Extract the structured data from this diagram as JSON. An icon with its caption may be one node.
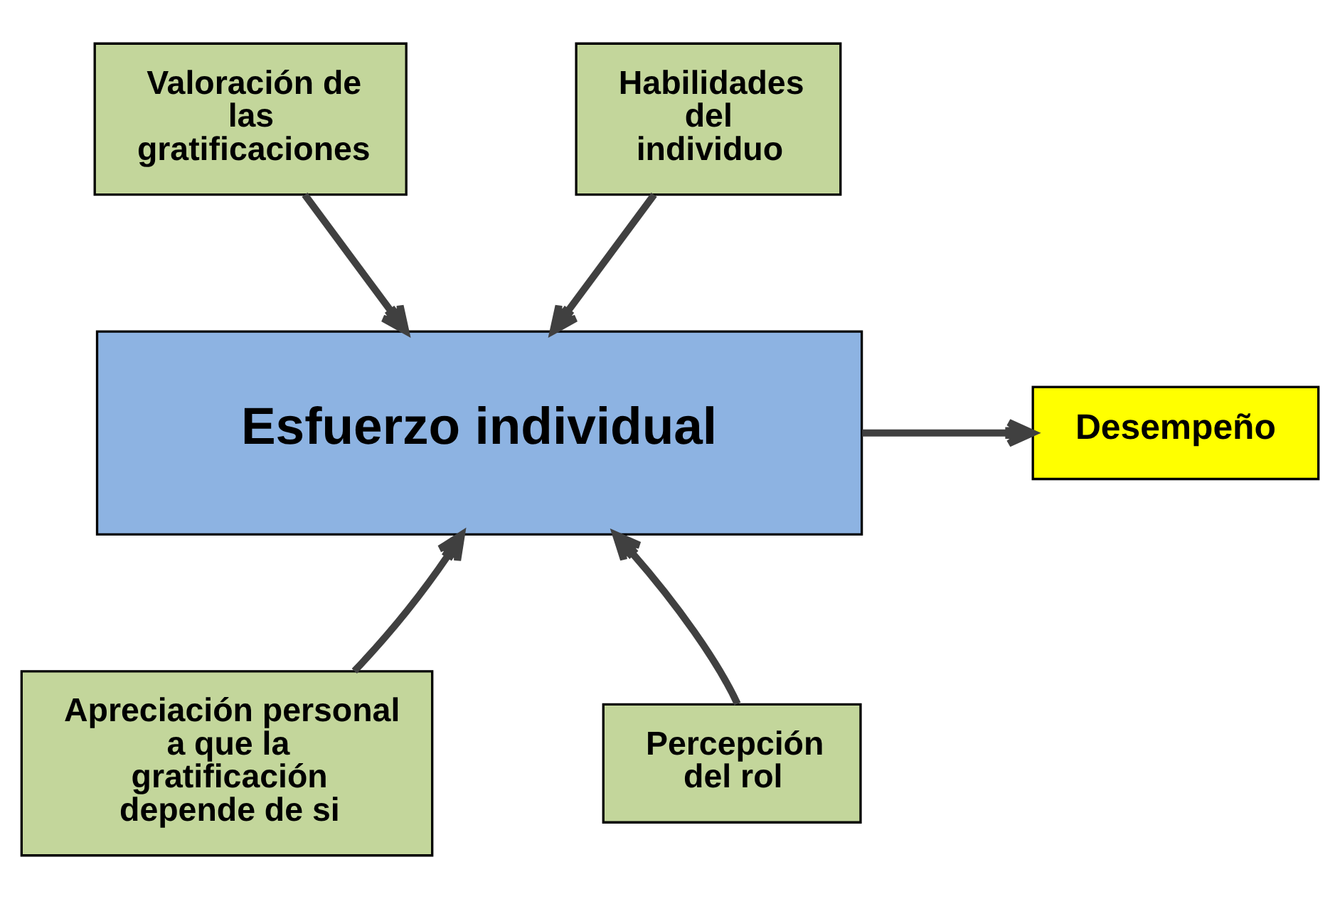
{
  "diagram": {
    "nodes": [
      {
        "text": [
          "Valoración de las gratificaciones"
        ]
      },
      {
        "text": [
          "Habilidades del individuo"
        ]
      },
      {
        "text": [
          "Esfuerzo individual"
        ]
      },
      {
        "text": [
          "Desempeño"
        ]
      },
      {
        "text": [
          "Apreciación personal a que la gratificación depende de si"
        ]
      },
      {
        "text": [
          "Percepción del rol"
        ]
      }
    ],
    "edges": [
      {
        "from": 0,
        "to": 2,
        "arrow": "to"
      },
      {
        "from": 1,
        "to": 2,
        "arrow": "to"
      },
      {
        "from": 2,
        "to": 3,
        "arrow": "to"
      },
      {
        "from": 4,
        "to": 2,
        "arrow": "to"
      },
      {
        "from": 5,
        "to": 2,
        "arrow": "to"
      }
    ]
  }
}
